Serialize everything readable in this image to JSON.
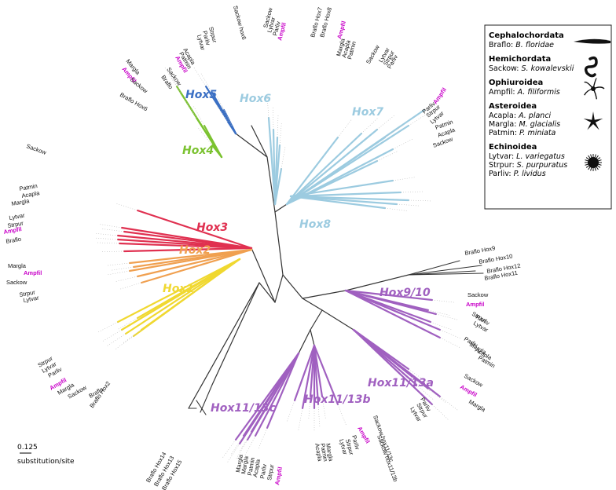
{
  "clades": [
    {
      "id": "hox5",
      "label": "Hox5",
      "color": "#3a6fc4"
    },
    {
      "id": "hox4",
      "label": "Hox4",
      "color": "#7bc230"
    },
    {
      "id": "hox6",
      "label": "Hox6",
      "color": "#9ccbe0"
    },
    {
      "id": "hox7",
      "label": "Hox7",
      "color": "#9ccbe0"
    },
    {
      "id": "hox8",
      "label": "Hox8",
      "color": "#9ccbe0"
    },
    {
      "id": "hox3",
      "label": "Hox3",
      "color": "#e03050"
    },
    {
      "id": "hox2",
      "label": "Hox2",
      "color": "#f0a050"
    },
    {
      "id": "hox1",
      "label": "Hox1",
      "color": "#f0d830"
    },
    {
      "id": "hox910",
      "label": "Hox9/10",
      "color": "#a060c0"
    },
    {
      "id": "hox1113a",
      "label": "Hox11/13a",
      "color": "#a060c0"
    },
    {
      "id": "hox1113b",
      "label": "Hox11/13b",
      "color": "#a060c0"
    },
    {
      "id": "hox1113c",
      "label": "Hox11/13c",
      "color": "#a060c0"
    }
  ],
  "colors": {
    "ampfil": "#c800c8",
    "backbone": "#333333",
    "guide": "#bbbbbb"
  },
  "leaves": {
    "top_left": [
      "Sackow hox6",
      "Strpur",
      "Parliv",
      "Lytvar",
      "Acapla",
      "Patmin",
      "Ampfil",
      "Sackow",
      "Braflo",
      "Margla",
      "Ampfil",
      "Sackow",
      "Braflo Hox6"
    ],
    "top_mid": [
      "Sackow",
      "Lytvar",
      "Parliv",
      "Ampfil",
      "Braflo Hox7",
      "Braflo Hox8",
      "Ampfil",
      "Margla",
      "Acapla",
      "Patmin",
      "Sackow",
      "Lytvar",
      "Strpur",
      "Parliv"
    ],
    "right_top": [
      "Ampfil",
      "Parliv",
      "Strpur",
      "Lytvar",
      "Patmin",
      "Acapla",
      "Sackow"
    ],
    "hox3": [
      "Sackow",
      "Patmin",
      "Acapla",
      "Margla",
      "Lytvar",
      "Strpur",
      "Ampfil",
      "Braflo"
    ],
    "hox2": [
      "Margla",
      "Ampfil",
      "Sackow",
      "Strpur",
      "Lytvar"
    ],
    "hox1": [
      "Strpur",
      "Lytvar",
      "Parliv",
      "Ampfil",
      "Margla",
      "Sackow",
      "Braflo",
      "Braflo Hox2"
    ],
    "braflo_post": [
      "Braflo Hox9",
      "Braflo Hox10",
      "Braflo Hox12",
      "Braflo Hox11"
    ],
    "hox910": [
      "Sackow",
      "Ampfil",
      "Strpur",
      "Parliv",
      "Lytvar",
      "Parliv",
      "Margla",
      "Acapla",
      "Patmin"
    ],
    "hox1113a": [
      "Sackow",
      "Ampfil",
      "Margla",
      "Parliv",
      "Strpur",
      "Lytvar"
    ],
    "hox1113b": [
      "Sackow hox11/13c",
      "Sackow hox11/13b",
      "Ampfil",
      "Parliv",
      "Strpur",
      "Lytvar",
      "Margla",
      "Patmin",
      "Acapla"
    ],
    "hox1113c": [
      "Braflo Hox14",
      "Braflo Hox13",
      "Braflo Hox15",
      "Margla",
      "Margla",
      "Patmin",
      "Acapla",
      "Parliv",
      "Strpur",
      "Ampfil"
    ]
  },
  "scale": {
    "value": "0.125",
    "unit": "substitution/site"
  },
  "legend": [
    {
      "group": "Cephalochordata",
      "lines": [
        {
          "abbr": "Braflo",
          "species": "B. floridae"
        }
      ],
      "icon": "lancelet-icon"
    },
    {
      "group": "Hemichordata",
      "lines": [
        {
          "abbr": "Sackow",
          "species": "S. kowalevskii"
        }
      ],
      "icon": "acorn-worm-icon"
    },
    {
      "group": "Ophiuroidea",
      "lines": [
        {
          "abbr": "Ampfil",
          "species": "A. filiformis"
        }
      ],
      "icon": "brittle-star-icon"
    },
    {
      "group": "Asteroidea",
      "lines": [
        {
          "abbr": "Acapla",
          "species": "A. planci"
        },
        {
          "abbr": "Margla",
          "species": "M. glacialis"
        },
        {
          "abbr": "Patmin",
          "species": "P. miniata"
        }
      ],
      "icon": "sea-star-icon"
    },
    {
      "group": "Echinoidea",
      "lines": [
        {
          "abbr": "Lytvar",
          "species": "L. variegatus"
        },
        {
          "abbr": "Strpur",
          "species": "S. purpuratus"
        },
        {
          "abbr": "Parliv",
          "species": "P. lividus"
        }
      ],
      "icon": "sea-urchin-icon"
    }
  ]
}
